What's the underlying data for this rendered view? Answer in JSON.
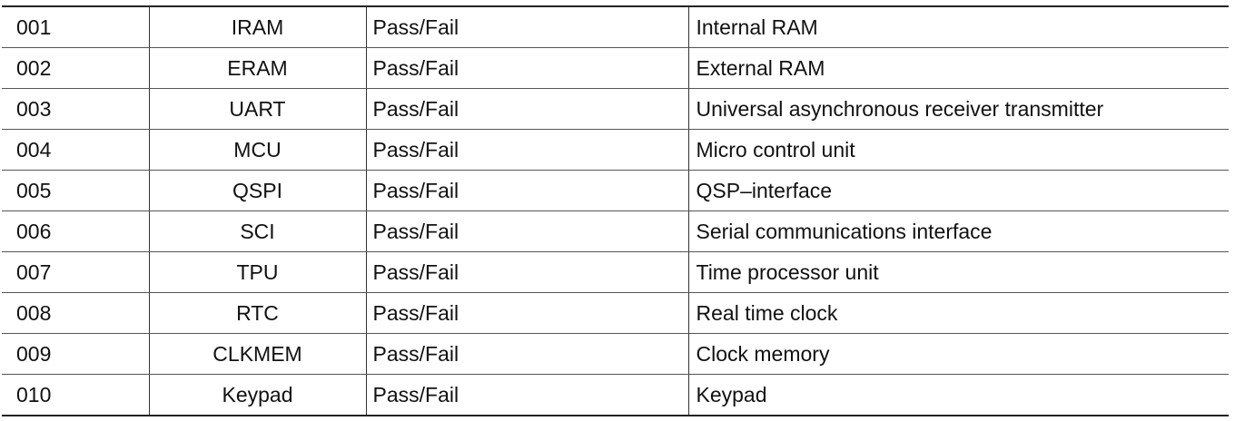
{
  "table": {
    "rows": [
      {
        "code": "001",
        "name": "IRAM",
        "result": "Pass/Fail",
        "description": "Internal RAM"
      },
      {
        "code": "002",
        "name": "ERAM",
        "result": "Pass/Fail",
        "description": "External RAM"
      },
      {
        "code": "003",
        "name": "UART",
        "result": "Pass/Fail",
        "description": "Universal asynchronous receiver transmitter"
      },
      {
        "code": "004",
        "name": "MCU",
        "result": "Pass/Fail",
        "description": "Micro control unit"
      },
      {
        "code": "005",
        "name": "QSPI",
        "result": "Pass/Fail",
        "description": "QSP–interface"
      },
      {
        "code": "006",
        "name": "SCI",
        "result": "Pass/Fail",
        "description": "Serial communications interface"
      },
      {
        "code": "007",
        "name": "TPU",
        "result": "Pass/Fail",
        "description": "Time processor unit"
      },
      {
        "code": "008",
        "name": "RTC",
        "result": "Pass/Fail",
        "description": "Real time clock"
      },
      {
        "code": "009",
        "name": "CLKMEM",
        "result": "Pass/Fail",
        "description": "Clock memory"
      },
      {
        "code": "010",
        "name": "Keypad",
        "result": "Pass/Fail",
        "description": "Keypad"
      }
    ]
  }
}
